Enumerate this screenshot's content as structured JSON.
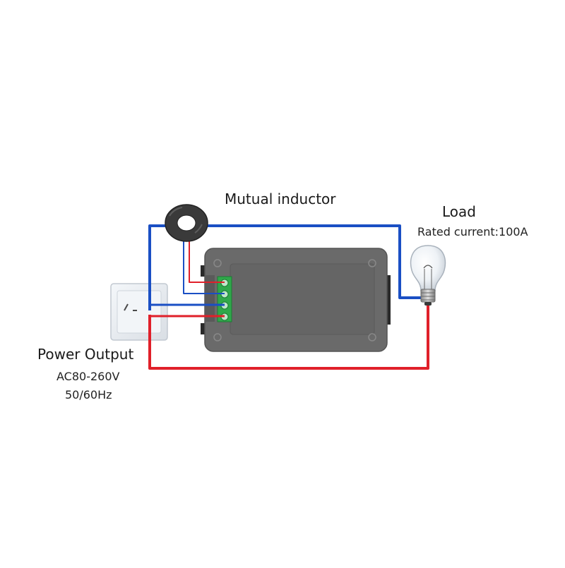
{
  "labels": {
    "mutual_inductor": "Mutual inductor",
    "load": "Load",
    "rated_current": "Rated current:100A",
    "power_output": "Power Output",
    "voltage": "AC80-260V",
    "frequency": "50/60Hz"
  },
  "colors": {
    "live_wire": "#e0202a",
    "neutral_wire": "#1a4fc4",
    "meter_body": "#6a6a6a",
    "terminal_block": "#2fa84a",
    "inductor_core": "#3a3a3a",
    "socket_plate": "#e9edf1"
  },
  "icons": {
    "socket": "wall-socket-icon",
    "bulb": "light-bulb-icon",
    "inductor": "current-transformer-ring-icon",
    "meter": "panel-meter-icon"
  }
}
